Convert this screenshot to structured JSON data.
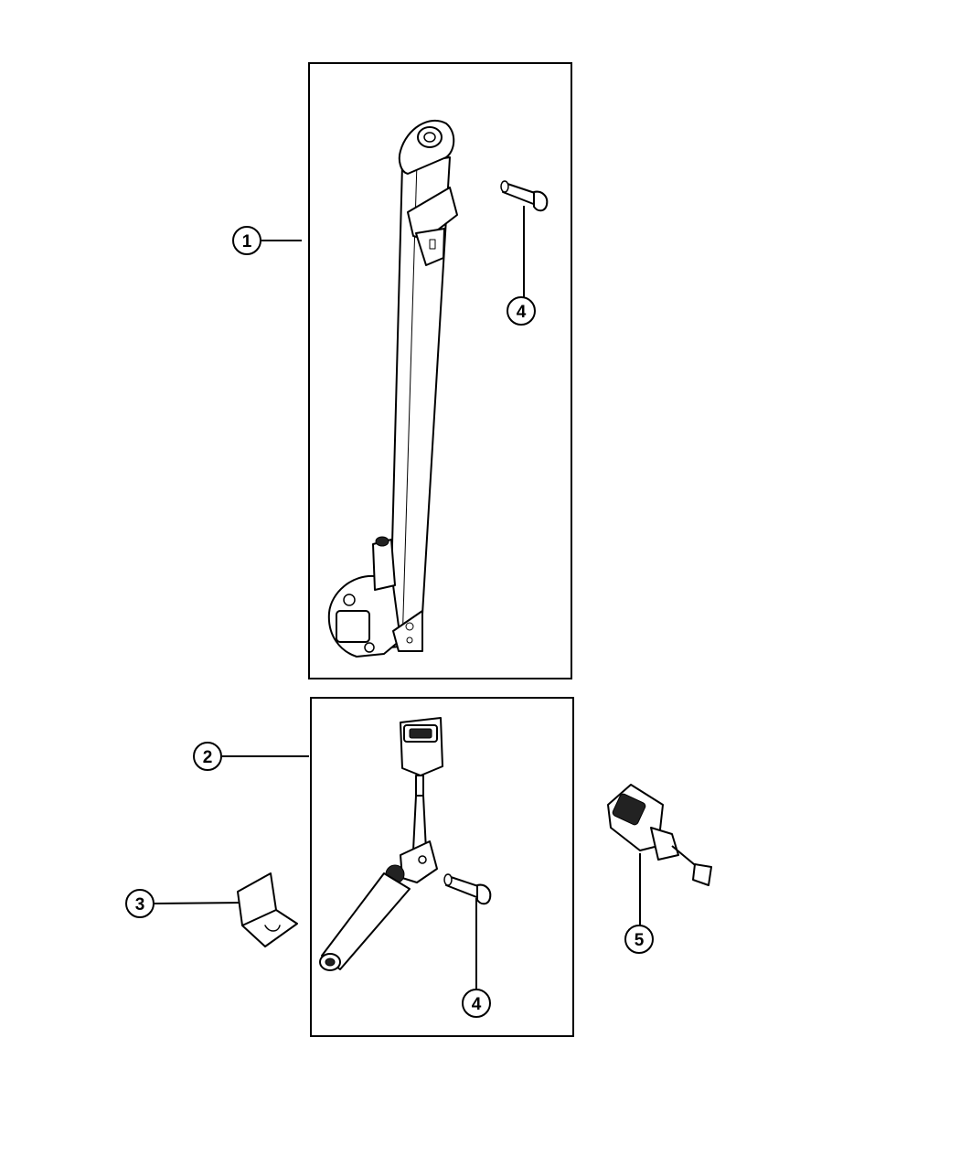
{
  "callouts": [
    {
      "id": "c1",
      "label": "1"
    },
    {
      "id": "c2",
      "label": "2"
    },
    {
      "id": "c3",
      "label": "3"
    },
    {
      "id": "c4a",
      "label": "4"
    },
    {
      "id": "c4b",
      "label": "4"
    },
    {
      "id": "c5",
      "label": "5"
    }
  ],
  "line_color": "#000000",
  "background": "#ffffff"
}
